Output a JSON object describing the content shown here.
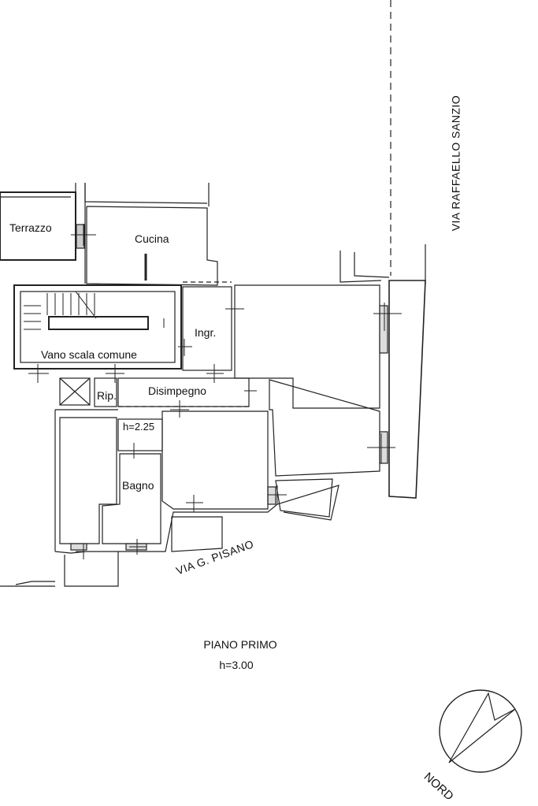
{
  "rooms": {
    "terrazzo": "Terrazzo",
    "cucina": "Cucina",
    "ingresso": "Ingr.",
    "vano_scala": "Vano scala comune",
    "ripostiglio": "Rip.",
    "disimpegno": "Disimpegno",
    "bagno": "Bagno",
    "bagno_height": "h=2.25"
  },
  "streets": {
    "east": "VIA RAFFAELLO SANZIO",
    "south": "VIA G. PISANO"
  },
  "caption": {
    "floor": "PIANO PRIMO",
    "height": "h=3.00"
  },
  "compass": {
    "label": "NORD"
  }
}
